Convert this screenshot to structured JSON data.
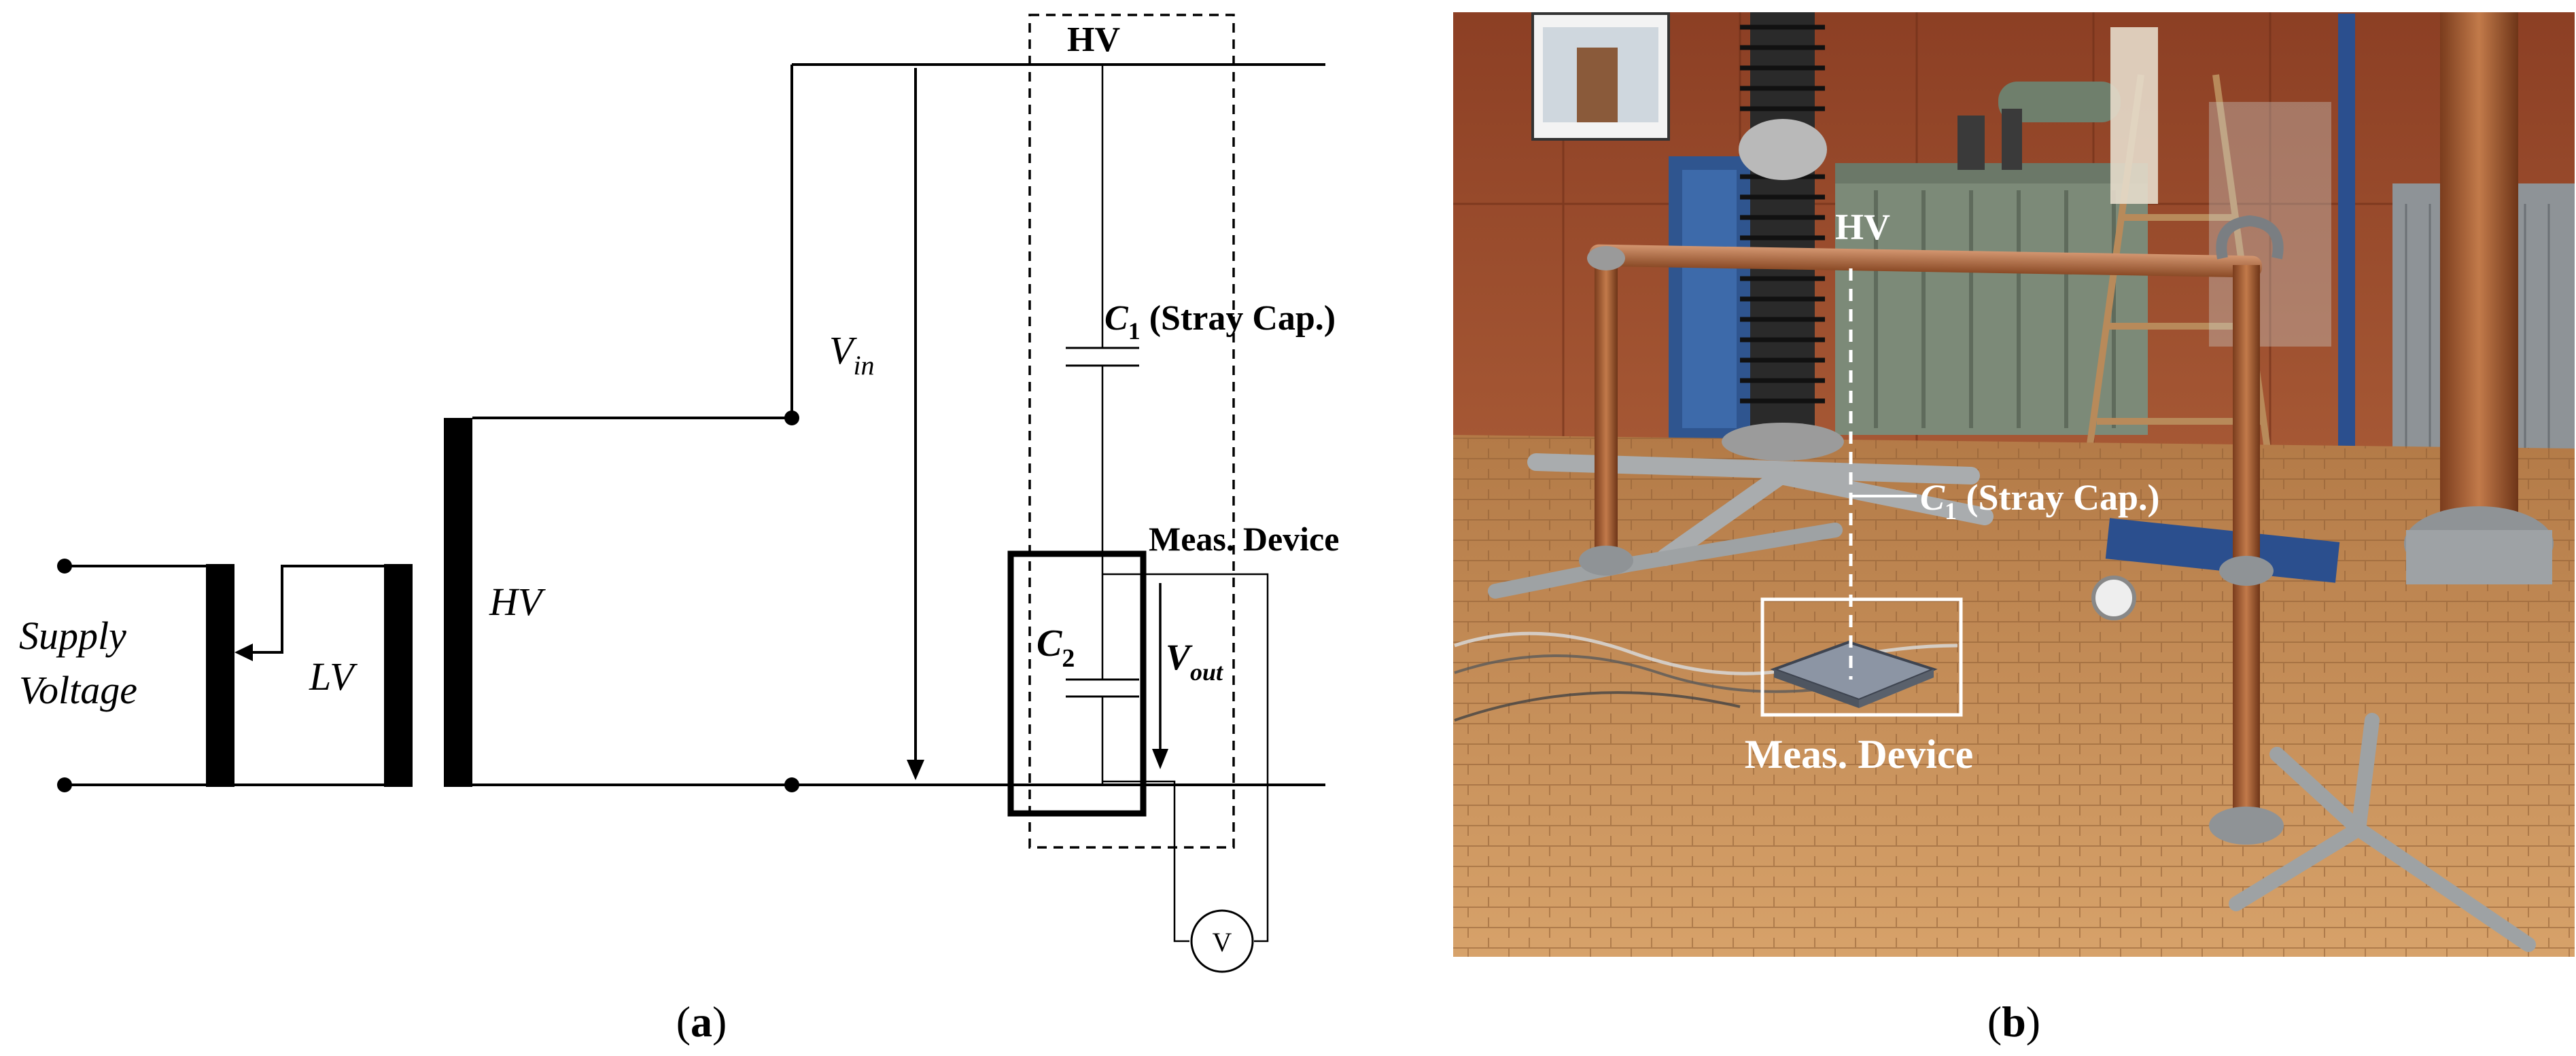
{
  "panel_a": {
    "supply_label_line1": "Supply",
    "supply_label_line2": "Voltage",
    "lv_label": "LV",
    "hv_winding_label": "HV",
    "hv_top_label": "HV",
    "vin_main": "V",
    "vin_sub": "in",
    "c1_main": "C",
    "c1_sub": "1",
    "c1_text": " (Stray Cap.)",
    "c2_main": "C",
    "c2_sub": "2",
    "vout_main": "V",
    "vout_sub": "out",
    "meas_label": "Meas. Device",
    "voltmeter_symbol": "V",
    "caption": "(a)"
  },
  "panel_b": {
    "photo_description": "high-voltage laboratory photo with overhead conductor, insulator column and measurement plate on parquet floor",
    "hv_label": "HV",
    "c1_main": "C",
    "c1_sub": "1",
    "c1_text": " (Stray Cap.)",
    "meas_label": "Meas. Device",
    "caption": "(b)"
  },
  "colors": {
    "wall": "#9a4b2c",
    "floor": "#c9935a",
    "transformer": "#7c8a78",
    "insulator": "#2a2a2a",
    "copper": "#b26a3c",
    "blue_frame": "#2b4f8e"
  }
}
